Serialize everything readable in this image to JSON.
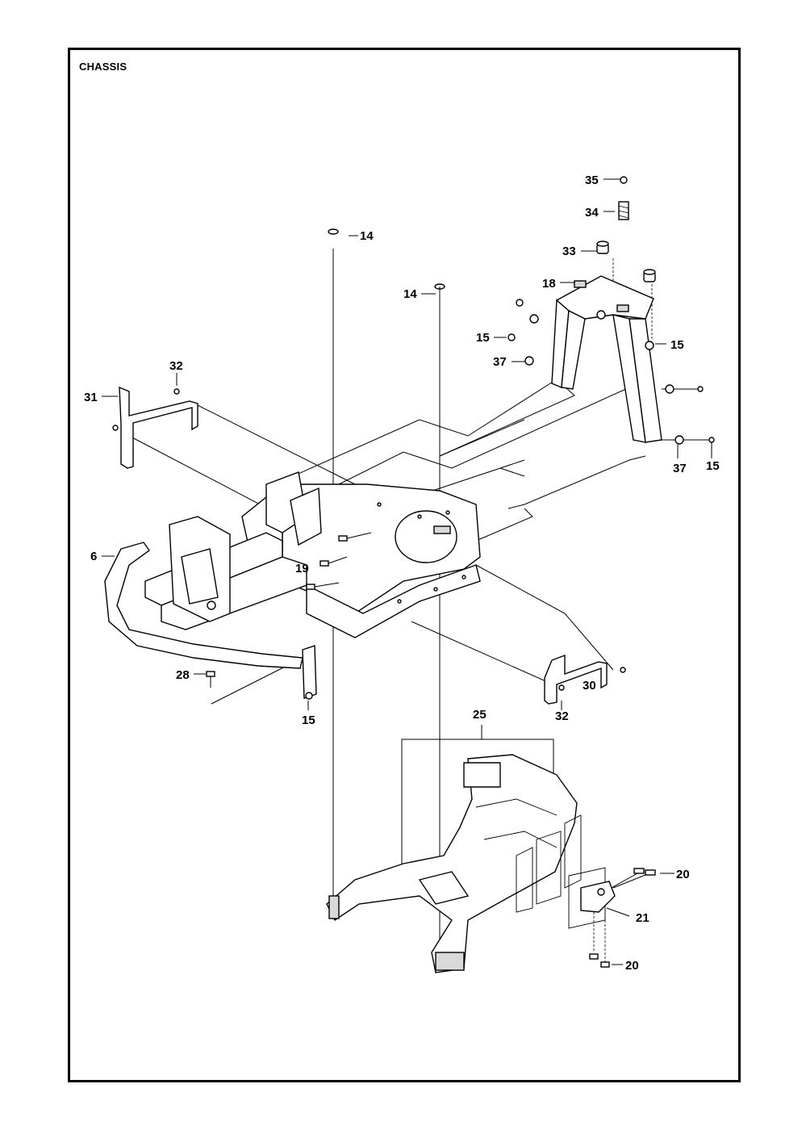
{
  "title": "CHASSIS",
  "callouts": [
    "35",
    "34",
    "14",
    "33",
    "18",
    "14",
    "15",
    "15",
    "37",
    "32",
    "31",
    "37",
    "15",
    "6",
    "19",
    "28",
    "15",
    "30",
    "32",
    "25",
    "20",
    "21",
    "20"
  ]
}
